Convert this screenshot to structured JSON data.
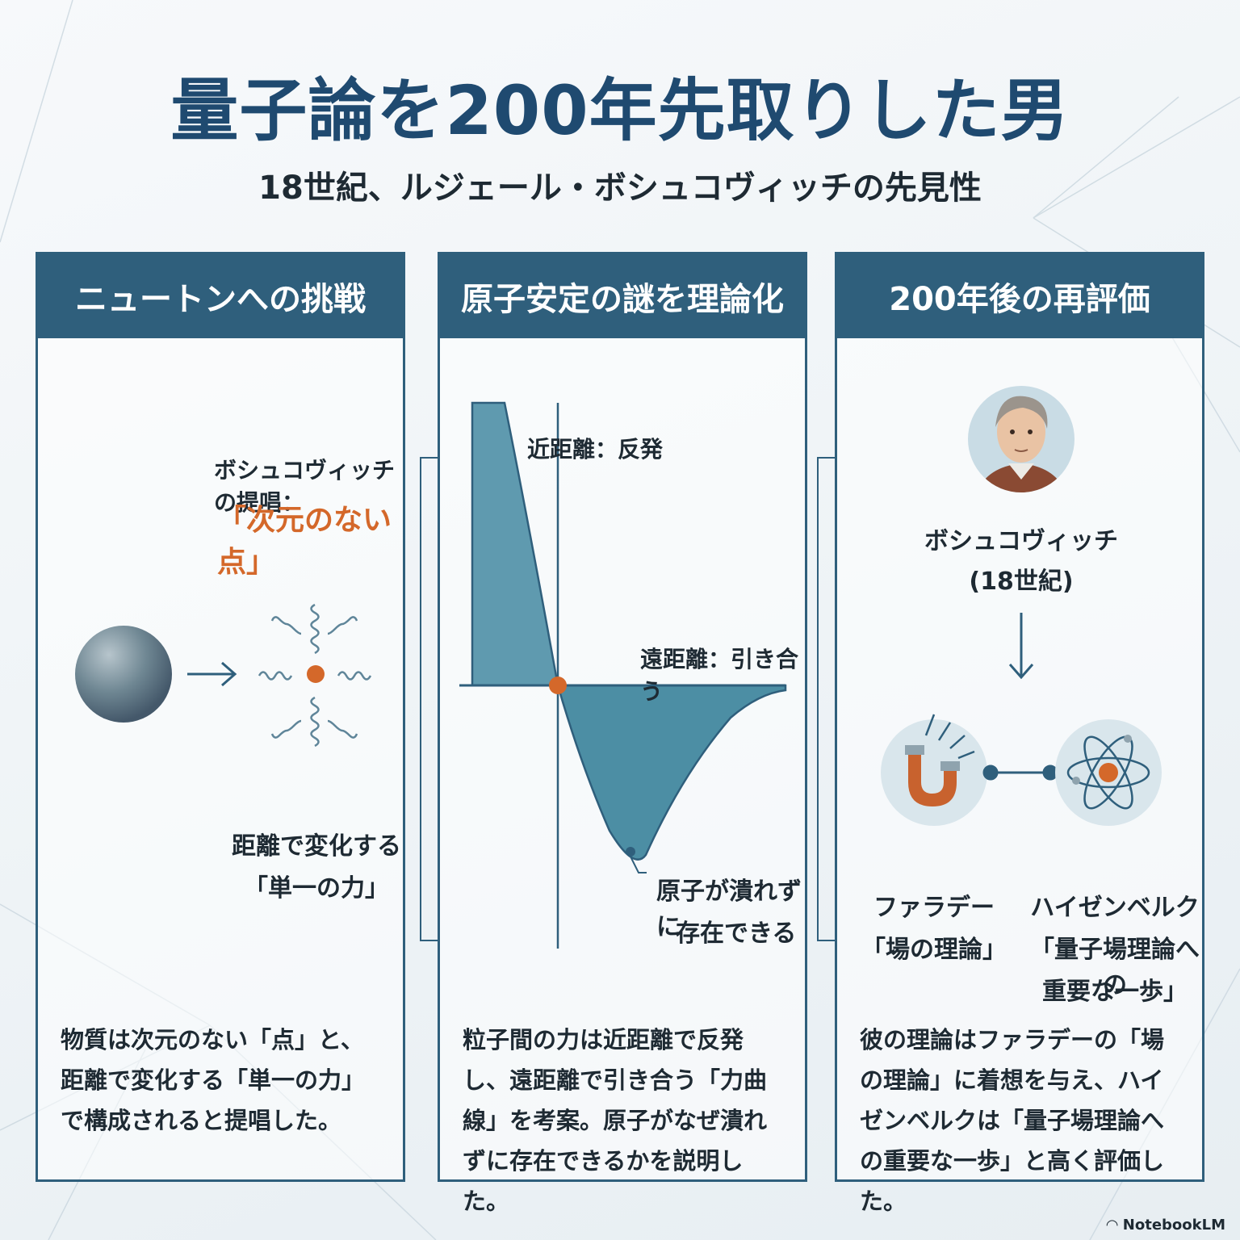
{
  "header": {
    "title": "量子論を200年先取りした男",
    "subtitle": "18世紀、ルジェール・ボシュコヴィッチの先見性"
  },
  "panels": [
    {
      "heading": "ニュートンへの挑戦",
      "proposal_label": "ボシュコヴィッチの提唱：",
      "proposal_highlight": "「次元のない点」",
      "force_label_1": "距離で変化する",
      "force_label_2": "「単一の力」",
      "paragraph": "物質は次元のない「点」と、距離で変化する「単一の力」で構成されると提唱した。"
    },
    {
      "heading": "原子安定の謎を理論化",
      "near_label": "近距離：反発",
      "far_label": "遠距離：引き合う",
      "stable_label_1": "原子が潰れずに",
      "stable_label_2": "存在できる",
      "paragraph": "粒子間の力は近距離で反発し、遠距離で引き合う「力曲線」を考案。原子がなぜ潰れずに存在できるかを説明した。"
    },
    {
      "heading": "200年後の再評価",
      "person_name": "ボシュコヴィッチ",
      "person_era": "(18世紀)",
      "faraday_name": "ファラデー",
      "faraday_theory": "「場の理論」",
      "heisenberg_name": "ハイゼンベルク",
      "heisenberg_theory_1": "「量子場理論への",
      "heisenberg_theory_2": "重要な一歩」",
      "paragraph": "彼の理論はファラデーの「場の理論」に着想を与え、ハイゼンベルクは「量子場理論への重要な一歩」と高く評価した。"
    }
  ],
  "branding": {
    "logo_text": "NotebookLM"
  },
  "colors": {
    "primary": "#2f5f7c",
    "accent": "#d4682a",
    "title": "#1f4a70"
  }
}
